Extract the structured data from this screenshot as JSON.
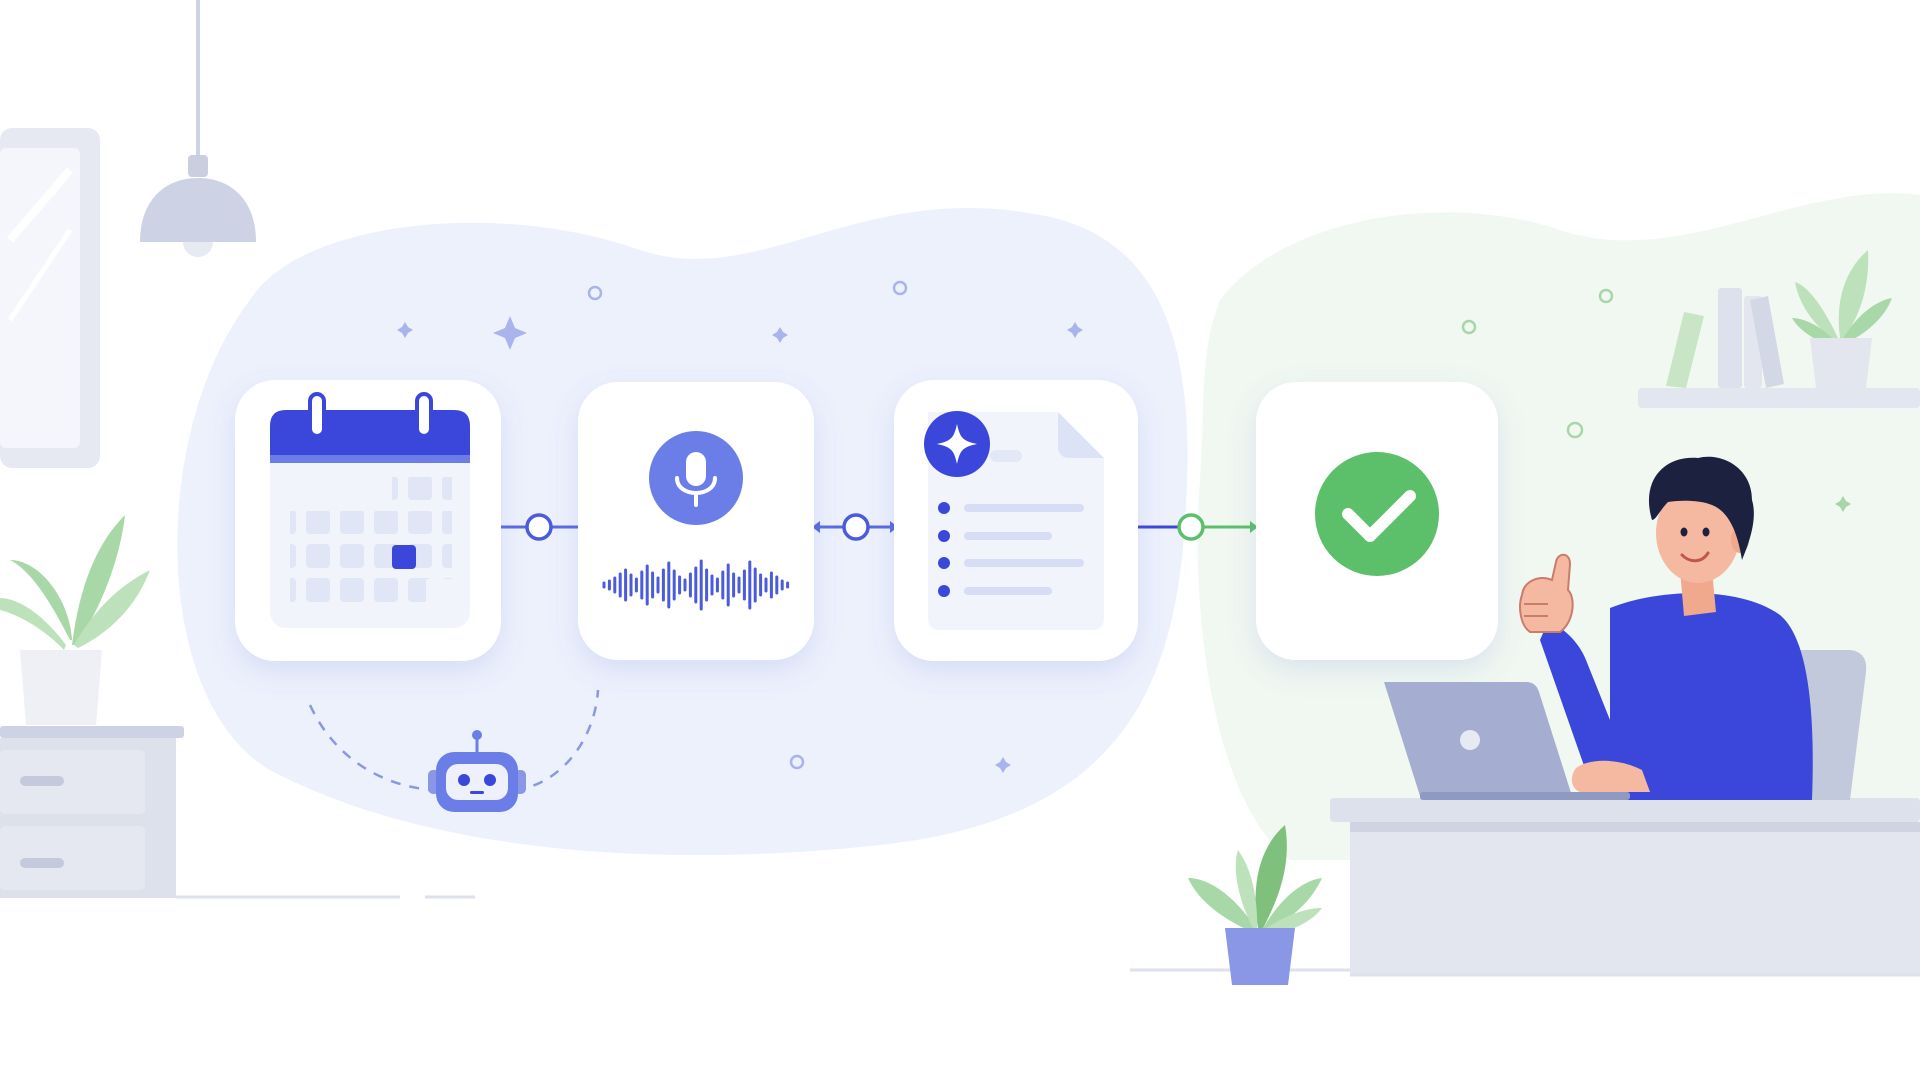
{
  "scene": {
    "colors": {
      "primary": "#3b47db",
      "primary_soft": "#6b7ee8",
      "primary_pale": "#e8edfb",
      "success": "#5cbf6a",
      "success_pale": "#eef7ee",
      "card": "#ffffff",
      "furniture": "#d9dee9",
      "furniture_dark": "#c9cfde",
      "leaf": "#a9d8a8",
      "leaf_dark": "#7fc07d",
      "skin": "#f4b9a0",
      "hair": "#1c2140"
    },
    "workflow_steps": [
      {
        "name": "calendar-card",
        "icon": "calendar-icon"
      },
      {
        "name": "voice-card",
        "icon": "microphone-icon"
      },
      {
        "name": "summary-document-card",
        "icon": "sparkle-document-icon"
      },
      {
        "name": "success-card",
        "icon": "checkmark-icon"
      }
    ],
    "assistant_icon": "robot-icon",
    "person": "man-giving-thumbs-up-at-laptop"
  }
}
